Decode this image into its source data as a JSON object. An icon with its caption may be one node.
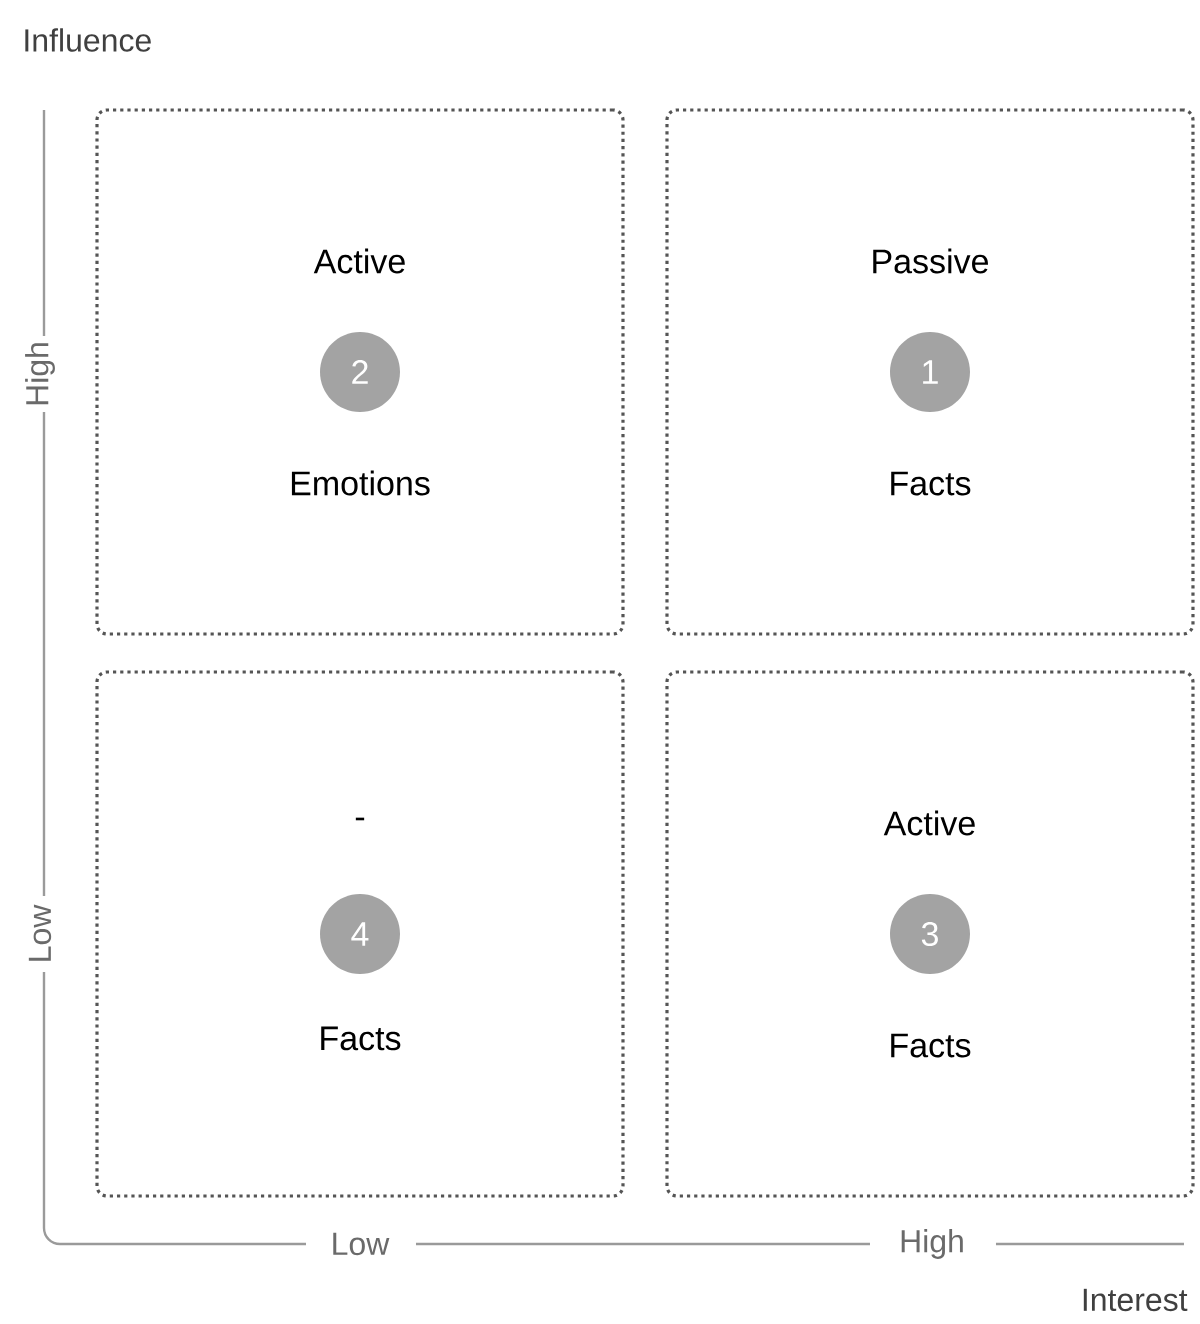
{
  "diagram": {
    "nodes": [
      {
        "text": [
          "Active",
          "Emotions"
        ]
      },
      {
        "text": [
          "2"
        ],
        "in": 0
      },
      {
        "text": [
          "Passive",
          "Facts"
        ]
      },
      {
        "text": [
          "1"
        ],
        "in": 2
      },
      {
        "text": [
          "-",
          "Facts"
        ]
      },
      {
        "text": [
          "4"
        ],
        "in": 4
      },
      {
        "text": [
          "Active",
          "Facts"
        ]
      },
      {
        "text": [
          "3"
        ],
        "in": 6
      }
    ],
    "labels": [
      "Influence",
      "High",
      "Low",
      "Low",
      "High",
      "Interest"
    ]
  }
}
